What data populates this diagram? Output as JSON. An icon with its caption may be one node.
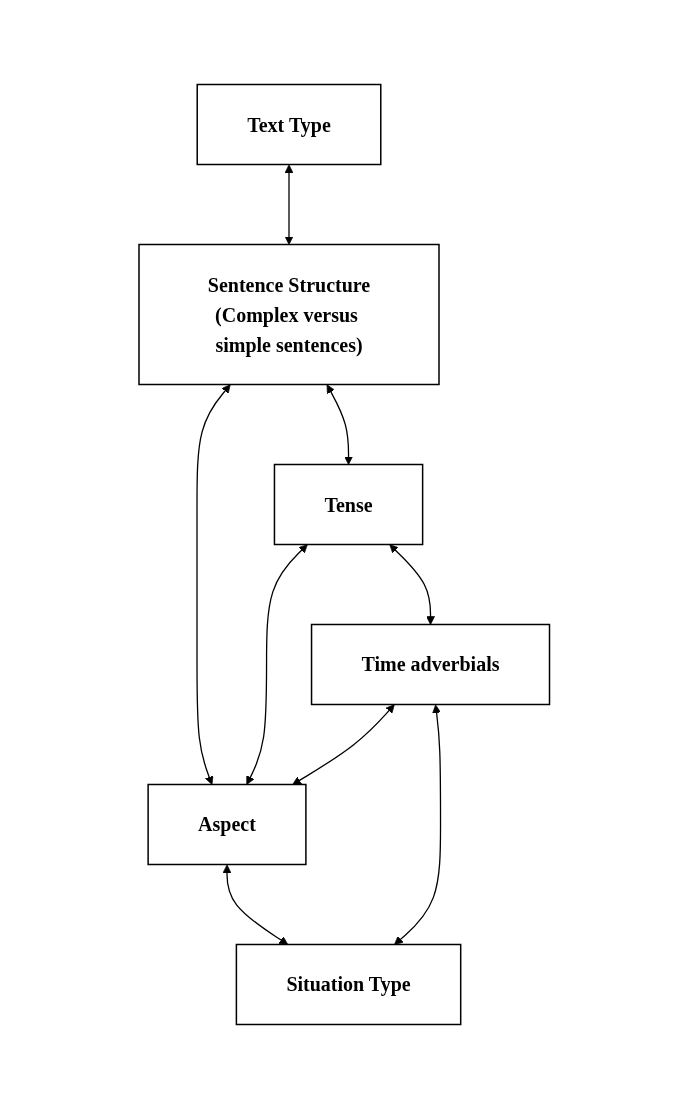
{
  "diagram": {
    "nodes": [
      {
        "text": [
          "Text Type"
        ]
      },
      {
        "text": [
          "Sentence Structure",
          "(Complex versus simple sentences)"
        ]
      },
      {
        "text": [
          "Tense"
        ]
      },
      {
        "text": [
          "Aspect"
        ]
      },
      {
        "text": [
          "Time adverbials"
        ]
      },
      {
        "text": [
          "Situation Type"
        ]
      }
    ],
    "edges": [
      {
        "from": 0,
        "to": 1,
        "arrow": "both"
      },
      {
        "from": 1,
        "to": 2,
        "arrow": "both"
      },
      {
        "from": 1,
        "to": 3,
        "arrow": "both"
      },
      {
        "from": 2,
        "to": 3,
        "arrow": "both"
      },
      {
        "from": 2,
        "to": 4,
        "arrow": "both"
      },
      {
        "from": 4,
        "to": 3,
        "arrow": "both"
      },
      {
        "from": 3,
        "to": 5,
        "arrow": "both"
      },
      {
        "from": 4,
        "to": 5,
        "arrow": "both"
      }
    ]
  }
}
